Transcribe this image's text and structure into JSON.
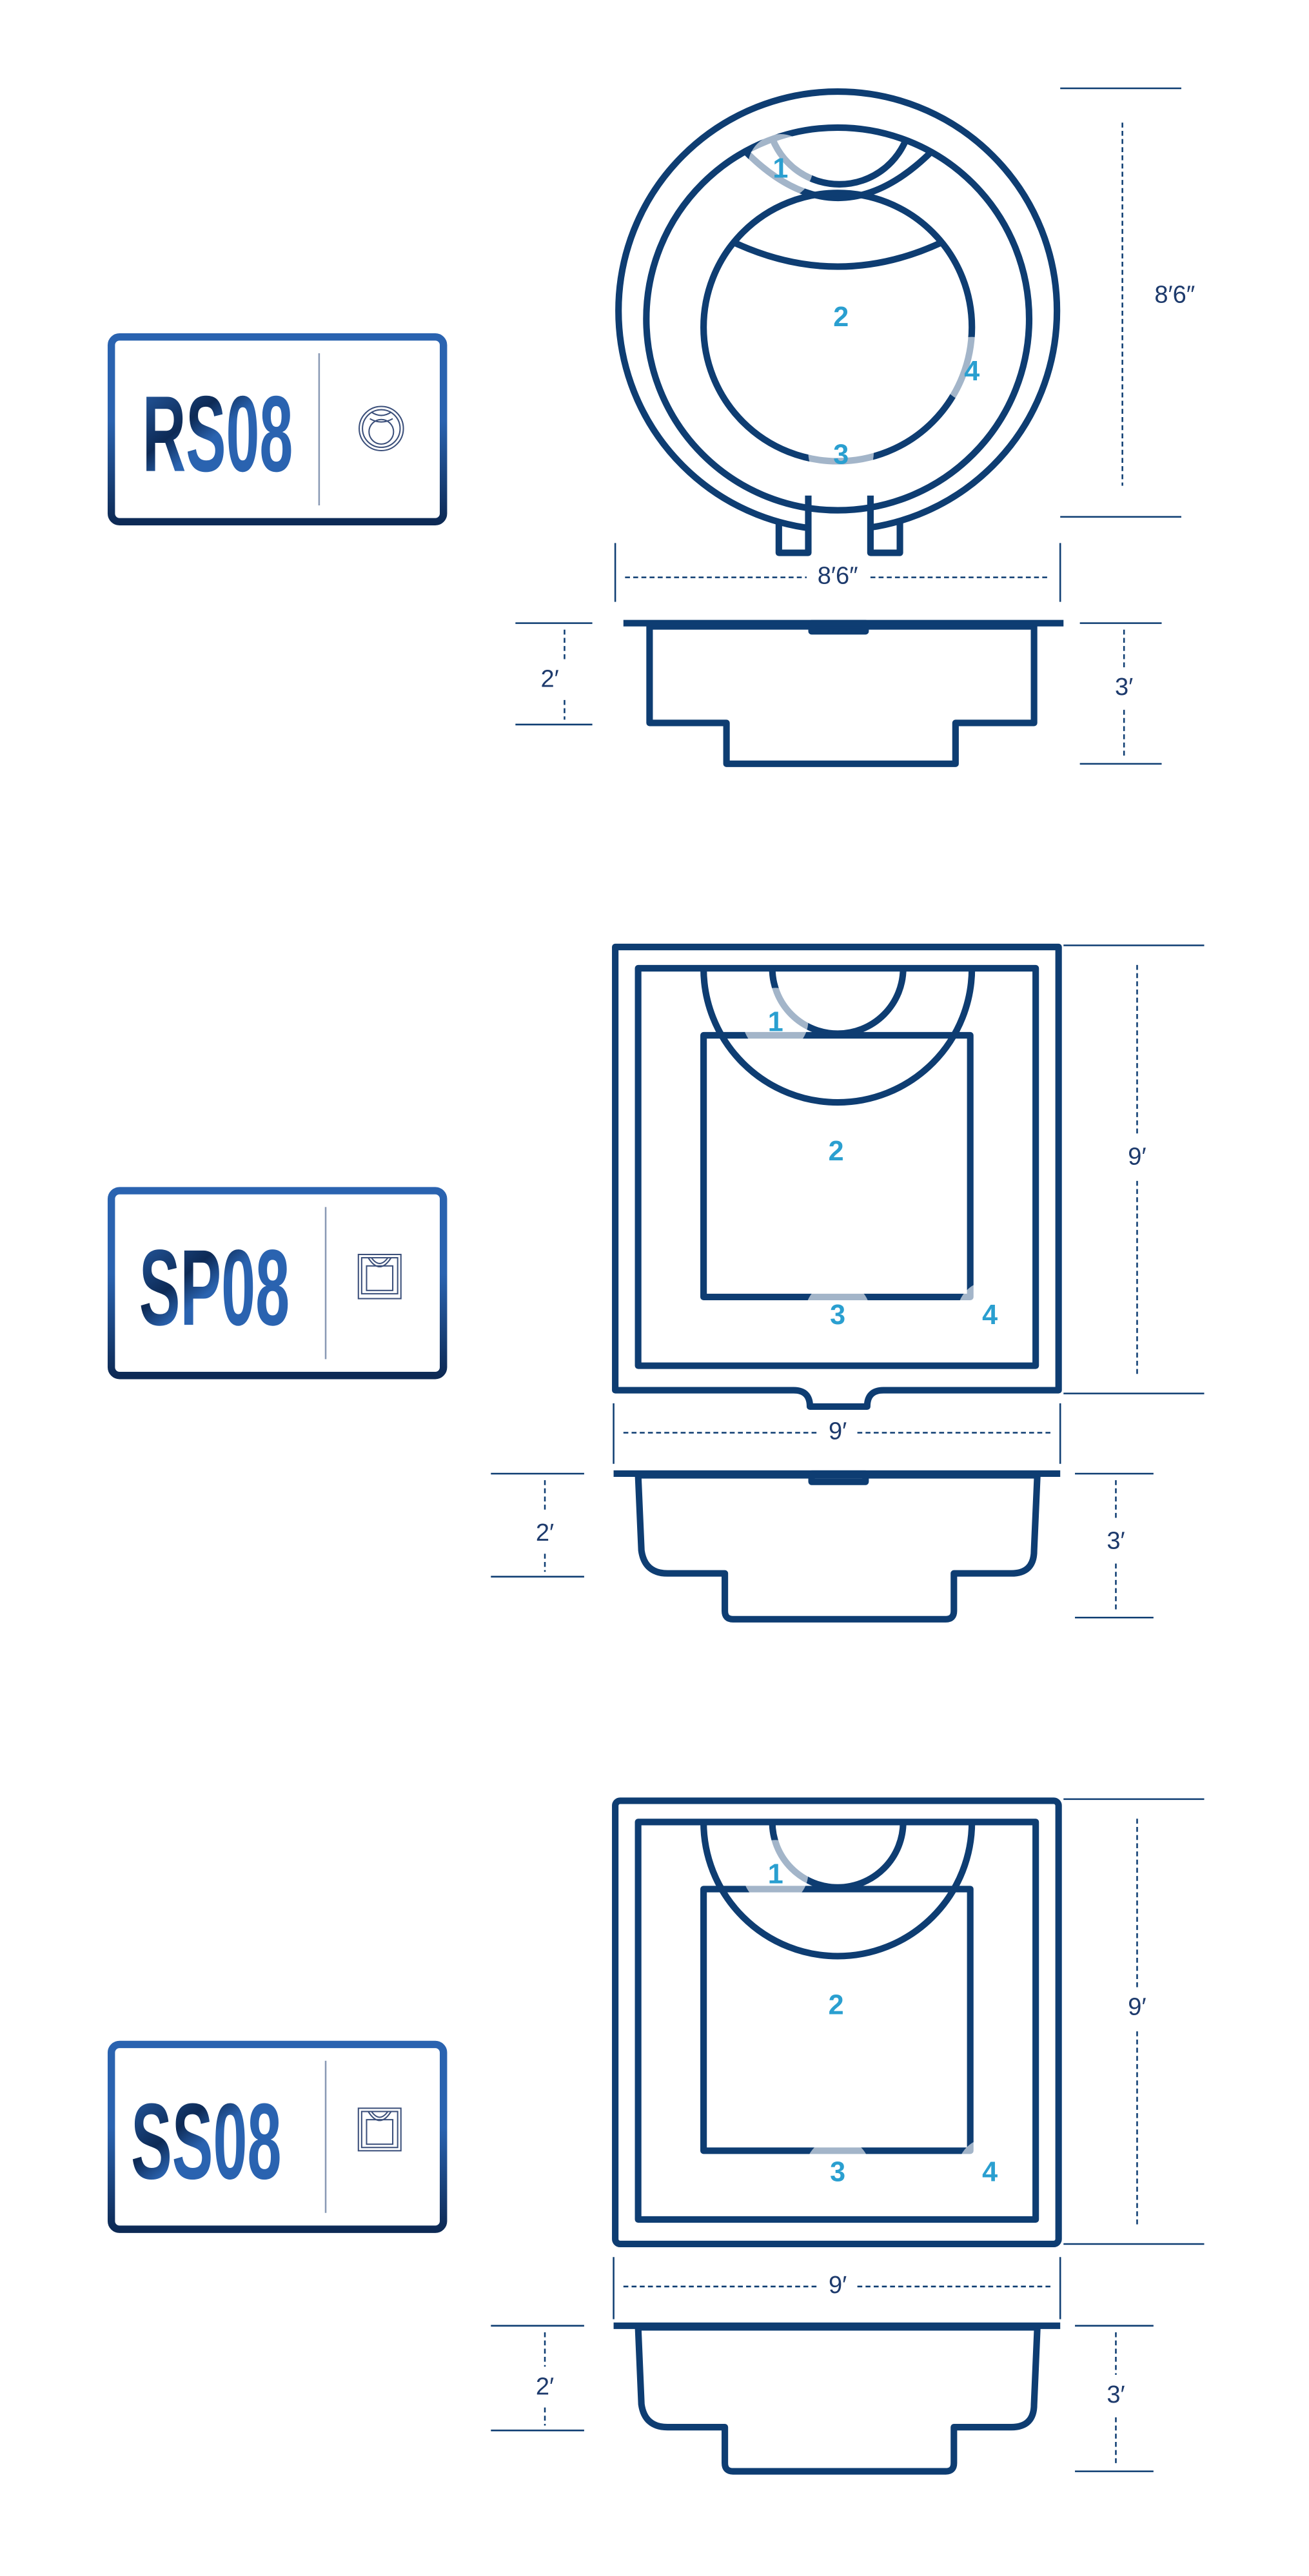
{
  "colors": {
    "outline": "#0e3d72",
    "water": "#2aa3d8",
    "label_top": "#2a63b0",
    "label_bottom": "#0d2a55",
    "seat_number": "#2a9fd0"
  },
  "models": [
    {
      "label": "RS08",
      "icon": "round-spa-icon",
      "length": "8′6″",
      "width": "8′6″",
      "depth_shallow": "2′",
      "depth_deep": "3′",
      "seats": [
        "1",
        "2",
        "3",
        "4"
      ]
    },
    {
      "label": "SP08",
      "icon": "square-spa-with-step-icon",
      "length": "9′",
      "width": "9′",
      "depth_shallow": "2′",
      "depth_deep": "3′",
      "seats": [
        "1",
        "2",
        "3",
        "4"
      ]
    },
    {
      "label": "SS08",
      "icon": "square-spa-icon",
      "length": "9′",
      "width": "9′",
      "depth_shallow": "2′",
      "depth_deep": "3′",
      "seats": [
        "1",
        "2",
        "3",
        "4"
      ]
    }
  ]
}
